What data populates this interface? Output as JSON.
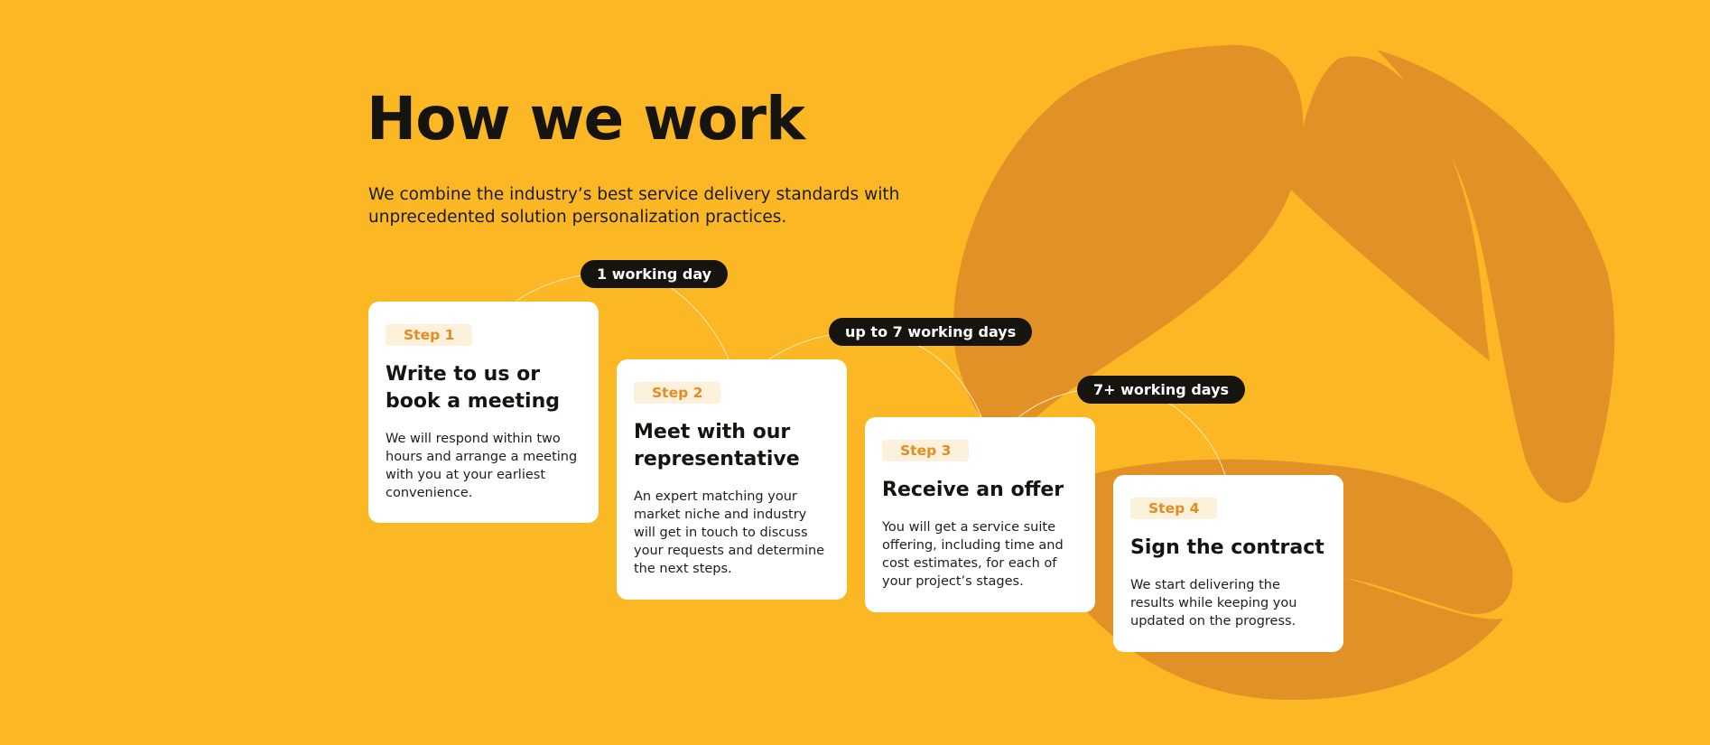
{
  "header": {
    "title": "How we work",
    "subtitle": "We combine the industry’s best service delivery standards with unprecedented solution personalization practices."
  },
  "timeline": [
    "1 working day",
    "up to 7 working days",
    "7+ working days"
  ],
  "steps": [
    {
      "badge": "Step 1",
      "title": "Write to us or book a meeting",
      "description": "We will respond within two hours and arrange a meeting with you at your earliest convenience."
    },
    {
      "badge": "Step 2",
      "title": "Meet with our representative",
      "description": "An expert matching your market niche and industry will get in touch to discuss your requests and determine the next steps."
    },
    {
      "badge": "Step 3",
      "title": "Receive an offer",
      "description": "You will get a service suite offering, including time and cost estimates, for each of your project’s stages."
    },
    {
      "badge": "Step 4",
      "title": "Sign the contract",
      "description": "We start delivering the results while keeping you updated on the progress."
    }
  ],
  "colors": {
    "background": "#FCB724",
    "decorative_shape": "#E29127",
    "text_dark": "#16140F",
    "badge_text": "#E08D22",
    "badge_bg": "#FDF1DC",
    "card_bg": "#FFFFFF"
  }
}
